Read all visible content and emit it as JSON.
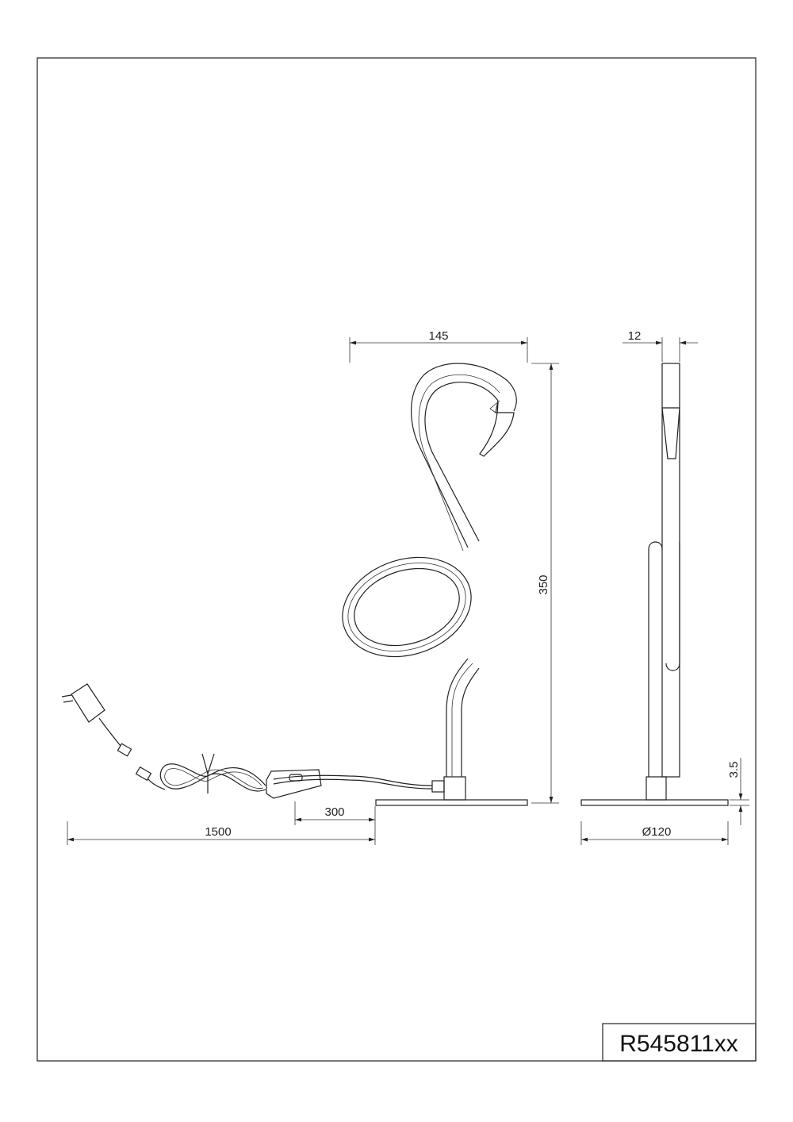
{
  "drawing": {
    "part_number": "R545811xx",
    "dimensions": {
      "width": "145",
      "height": "350",
      "depth": "12",
      "base_thickness": "3.5",
      "base_diameter": "Ø120",
      "cable_length": "1500",
      "switch_distance": "300"
    }
  }
}
